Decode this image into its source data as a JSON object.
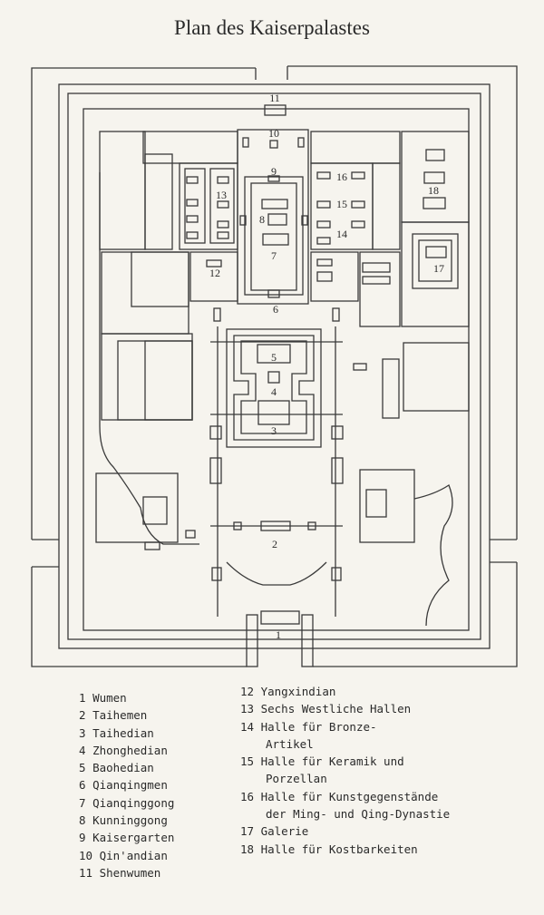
{
  "title": "Plan des Kaiserpalastes",
  "map_labels": [
    "1",
    "2",
    "3",
    "4",
    "5",
    "6",
    "7",
    "8",
    "9",
    "10",
    "11",
    "12",
    "13",
    "14",
    "15",
    "16",
    "17",
    "18"
  ],
  "legend": {
    "column1": [
      {
        "num": "1",
        "name": "Wumen"
      },
      {
        "num": "2",
        "name": "Taihemen"
      },
      {
        "num": "3",
        "name": "Taihedian"
      },
      {
        "num": "4",
        "name": "Zhonghedian"
      },
      {
        "num": "5",
        "name": "Baohedian"
      },
      {
        "num": "6",
        "name": "Qianqingmen"
      },
      {
        "num": "7",
        "name": "Qianqinggong"
      },
      {
        "num": "8",
        "name": "Kunninggong"
      },
      {
        "num": "9",
        "name": "Kaisergarten"
      },
      {
        "num": "10",
        "name": "Qin'andian"
      },
      {
        "num": "11",
        "name": "Shenwumen"
      }
    ],
    "column2": [
      {
        "num": "12",
        "name": "Yangxindian"
      },
      {
        "num": "13",
        "name": "Sechs Westliche Hallen"
      },
      {
        "num": "14",
        "name": "Halle für Bronze-",
        "cont": "Artikel"
      },
      {
        "num": "15",
        "name": "Halle für Keramik und",
        "cont": "Porzellan"
      },
      {
        "num": "16",
        "name": "Halle für Kunstgegenstände",
        "cont": "der Ming- und Qing-Dynastie"
      },
      {
        "num": "17",
        "name": "Galerie"
      },
      {
        "num": "18",
        "name": "Halle für Kostbarkeiten"
      }
    ]
  }
}
